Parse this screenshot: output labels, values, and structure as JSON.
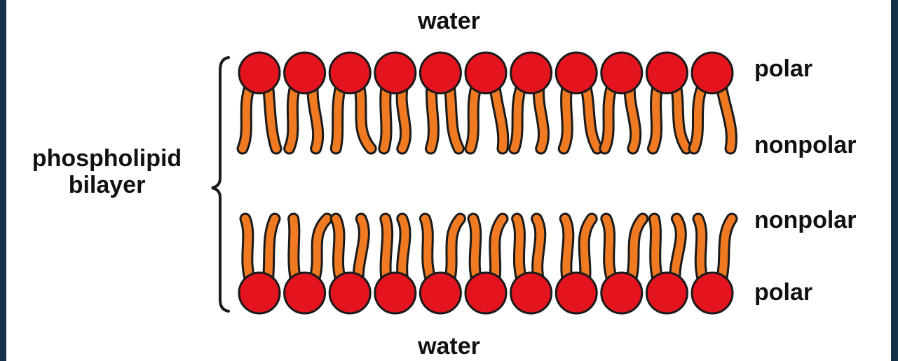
{
  "labels": {
    "water_top": "water",
    "water_bottom": "water",
    "structure_line1": "phospholipid",
    "structure_line2": "bilayer",
    "top_heads": "polar",
    "top_tails": "nonpolar",
    "bottom_tails": "nonpolar",
    "bottom_heads": "polar"
  },
  "colors": {
    "frame_edge": "#16324a",
    "head_fill": "#e3141e",
    "tail_fill": "#f07a22",
    "outline": "#1a1a1a"
  },
  "layers": [
    {
      "id": "top-leaflet",
      "molecules": 11,
      "heads_facing": "up"
    },
    {
      "id": "bottom-leaflet",
      "molecules": 11,
      "heads_facing": "down"
    }
  ]
}
